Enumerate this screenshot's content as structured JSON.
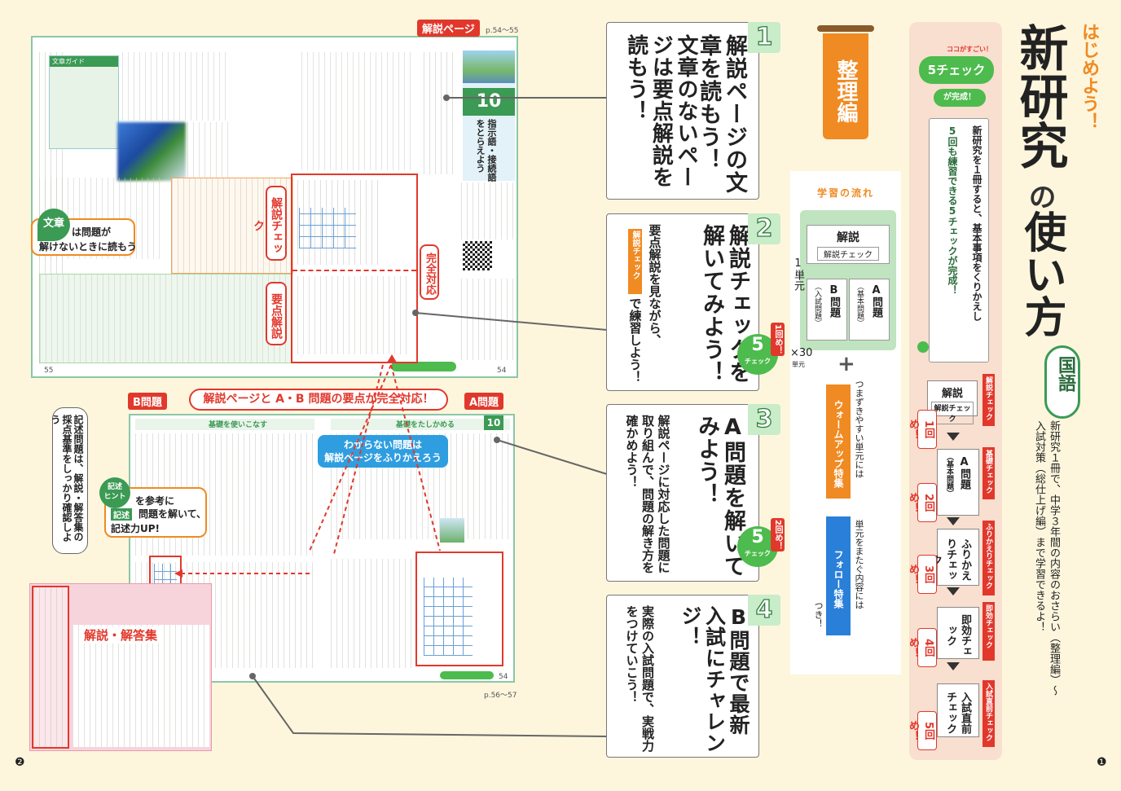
{
  "left_page": {
    "kaisetsu_page_tag": "解説ページ",
    "kaisetsu_page_range": "p.54〜55",
    "kaisetsu_check_label": "解説チェック",
    "yoten_kaisetsu_label": "要点解説",
    "kanzen_taio_label": "完全対応",
    "lesson_number": "10",
    "lesson_title": "指示語・接続語をとらえよう",
    "bunsho_guide": "文章ガイド",
    "bunsho_bubble_tag": "文章",
    "bunsho_bubble_text1": "は問題が",
    "bunsho_bubble_text2": "解けないときに読もう",
    "taio_banner": "解説ページと A・B 問題の要点が完全対応！",
    "b_mondai_tag": "B問題",
    "a_mondai_tag": "A問題",
    "b_page_header": "基礎を使いこなす",
    "a_page_header": "基礎をたしかめる",
    "wakaranai_line1": "わからない問題は",
    "wakaranai_line2": "解説ページをふりかえろう",
    "kijutsu_hint_top": "記述",
    "kijutsu_hint_bottom": "ヒント",
    "kijutsu_text1": "を参考に",
    "kijutsu_tag2": "記述",
    "kijutsu_text2": "問題を解いて、",
    "kijutsu_text3": "記述力UP!",
    "saiten_text": "記述問題は、解説・解答集の採点基準をしっかり確認しよう",
    "answers_title": "解説・解答集",
    "ab_page_range": "p.56〜57",
    "page_number": "❷"
  },
  "cards": [
    {
      "num": "1",
      "big": "解説ページの文章を読もう！",
      "small": "文章のないページは要点解説を読もう！"
    },
    {
      "num": "2",
      "big": "解説チェックを解いてみよう！",
      "small_pre": "要点解説を見ながら、",
      "small_tag": "解説チェック",
      "small_post": "で練習しよう！",
      "badge_times": "1回め！"
    },
    {
      "num": "3",
      "big": "A問題を解いてみよう！",
      "small": "解説ページに対応した問題に取り組んで、問題の解き方を確かめよう！",
      "badge_times": "2回め！"
    },
    {
      "num": "4",
      "big": "B問題で最新入試にチャレンジ！",
      "small": "実際の入試問題で、実戦力をつけていこう！"
    }
  ],
  "badge_five": "5",
  "badge_check": "チェック",
  "seiri_hen": "整理編",
  "flow": {
    "title": "学習の流れ",
    "kaisetsu": "解説",
    "kaisetsu_check": "解説チェック",
    "a_mondai": "A問題",
    "a_sub": "（基本問題）",
    "b_mondai": "B問題",
    "b_sub": "（入試問題）",
    "unit_label": "1単元",
    "times_label": "×30",
    "times_unit": "単元",
    "plus": "+",
    "warmup_note": "つまずきやすい単元には",
    "warmup_bar": "ウォームアップ特集",
    "follow_note": "単元をまたぐ内容には",
    "follow_bar": "フォロー特集",
    "follow_tail": "つき！"
  },
  "right": {
    "hajimeyo": "はじめよう！",
    "title_main": "新研究",
    "title_no": "の",
    "title_use": "使い方",
    "koko_ga_sugoi": "ココがすごい！",
    "five_check": "5チェック",
    "ga_kansei": "が完成！",
    "desc_line1": "新研究を１冊すると、基本事項をくりかえし",
    "desc_line2": "5回も練習できる5チェックが完成！",
    "kokugo": "国語",
    "kokugo_desc1": "新研究１冊で、中学３年間の内容のおさらい（整理編）〜",
    "kokugo_desc2": "入試対策（総仕上げ編）まで学習できるよ！",
    "steps": [
      {
        "box": "解説",
        "sub": "解説チェック",
        "label": "1回め！",
        "tab": "解説チェック"
      },
      {
        "box": "A問題",
        "sub": "（基本問題）",
        "label": "2回め！",
        "tab": "基礎チェック"
      },
      {
        "box": "ふりかえりチェック",
        "sub": "",
        "label": "3回め！",
        "tab": "ふりかえりチェック"
      },
      {
        "box": "即効チェック",
        "sub": "",
        "label": "4回め！",
        "tab": "即効チェック"
      },
      {
        "box": "入試直前チェック",
        "sub": "",
        "label": "5回め！",
        "tab": "入試直前チェック"
      }
    ],
    "page_number": "❶"
  },
  "colors": {
    "accent_red": "#e2382c",
    "accent_green": "#4dbb4d",
    "accent_orange": "#f08a22",
    "accent_blue": "#2a7fd8",
    "panel_pink": "#f8dfcf",
    "background": "#fdf6dd"
  }
}
